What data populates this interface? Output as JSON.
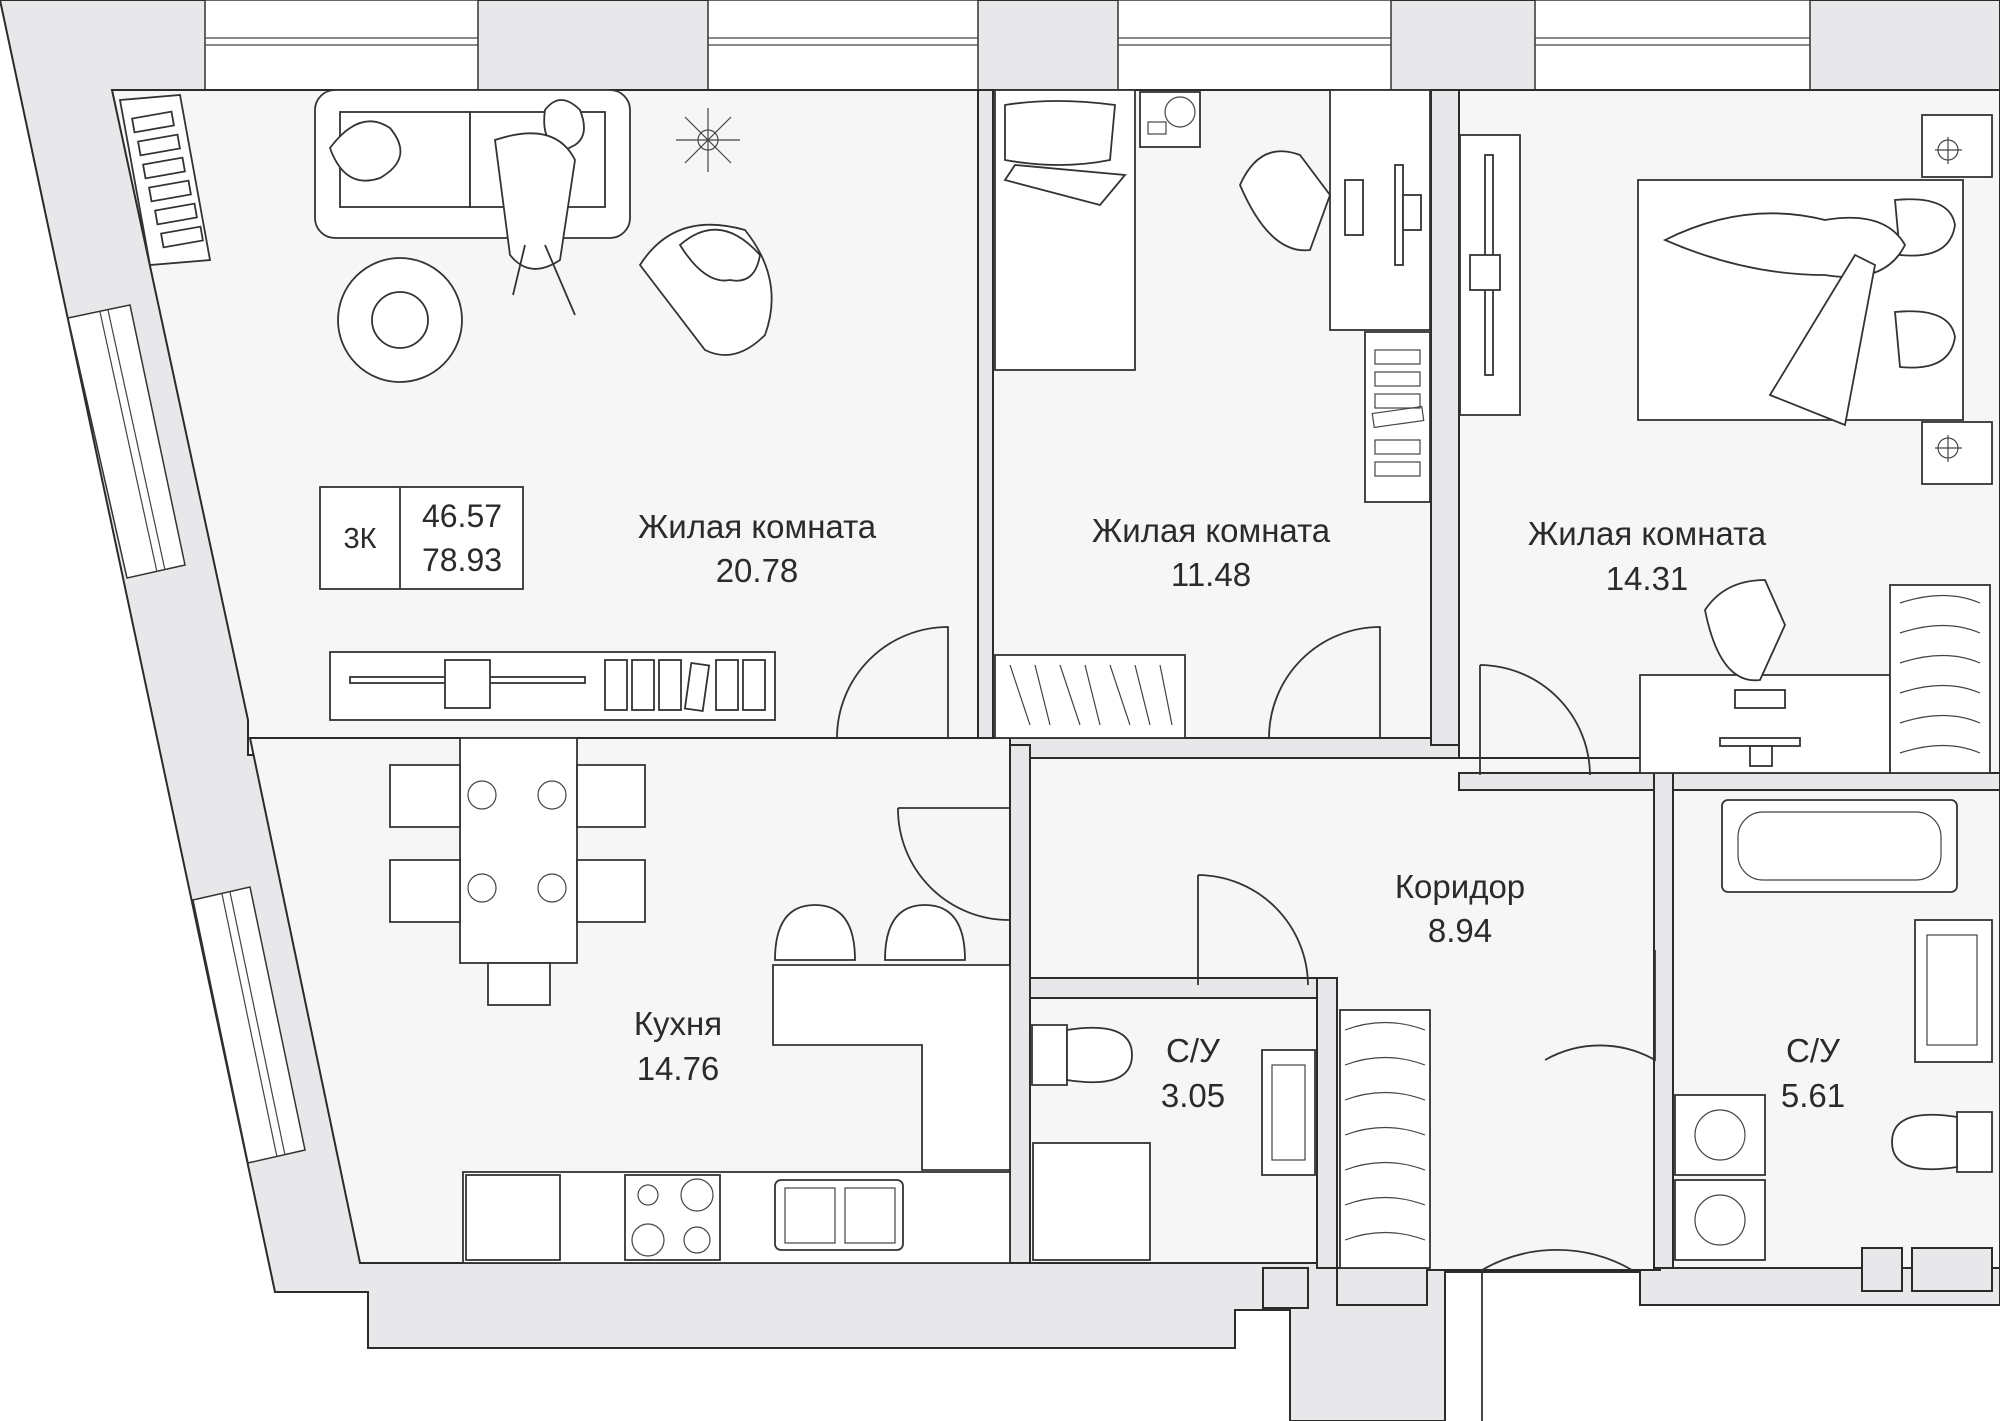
{
  "badge": {
    "type": "3К",
    "living_area": "46.57",
    "total_area": "78.93"
  },
  "rooms": [
    {
      "name": "Жилая комната",
      "area": "20.78"
    },
    {
      "name": "Жилая комната",
      "area": "11.48"
    },
    {
      "name": "Жилая комната",
      "area": "14.31"
    },
    {
      "name": "Кухня",
      "area": "14.76"
    },
    {
      "name": "Коридор",
      "area": "8.94"
    },
    {
      "name": "С/У",
      "area": "3.05"
    },
    {
      "name": "С/У",
      "area": "5.61"
    }
  ],
  "colors": {
    "wall": "#e8e8ea",
    "floor": "#f6f6f6",
    "line": "#2b2b2b"
  }
}
